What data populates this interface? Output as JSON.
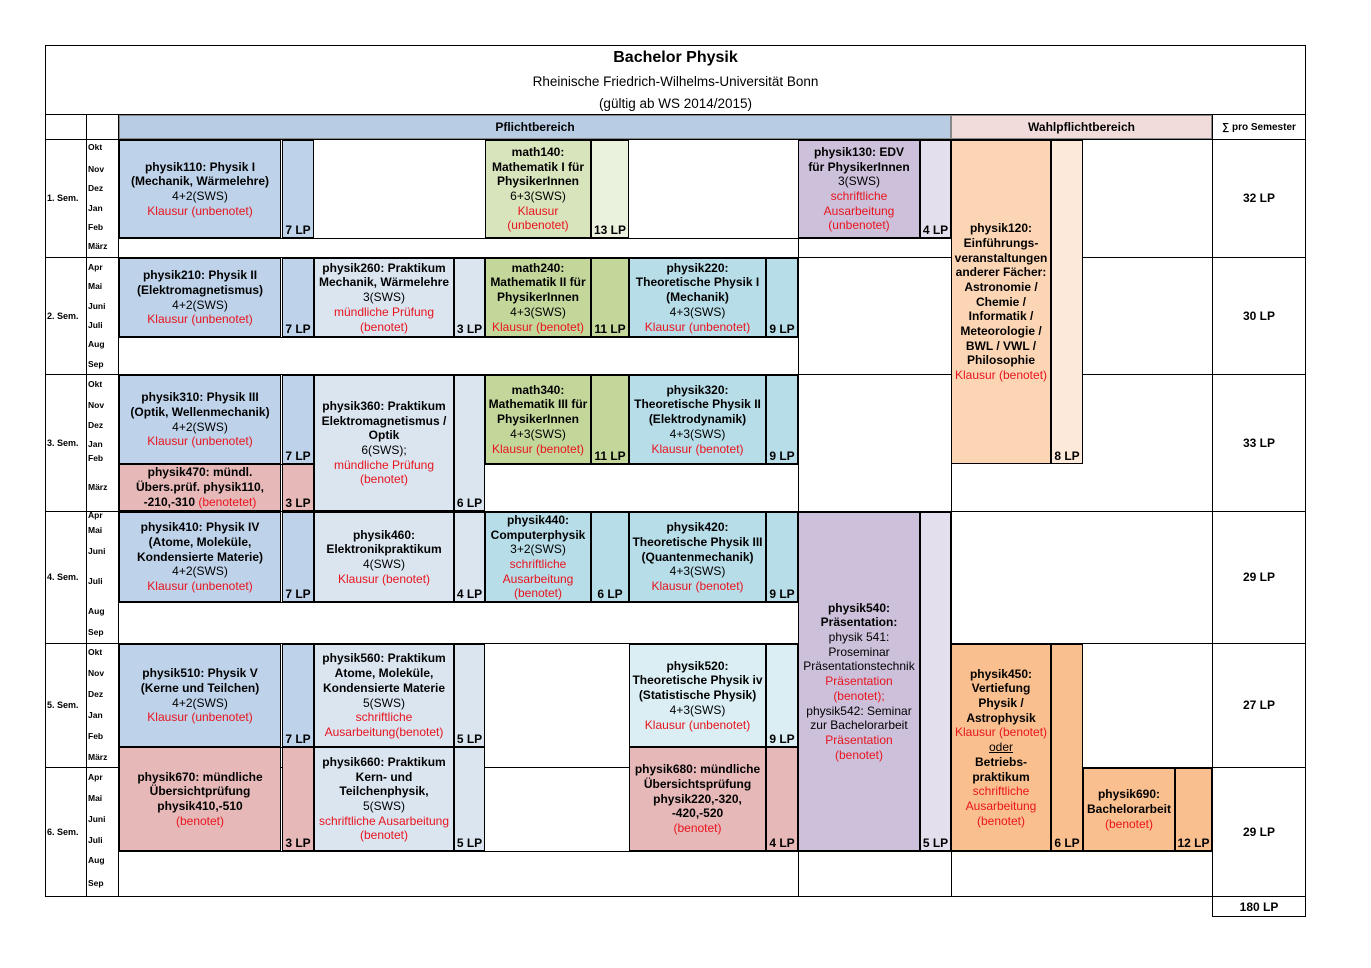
{
  "header": {
    "title": "Bachelor Physik",
    "university": "Rheinische Friedrich-Wilhelms-Universität Bonn",
    "validity": "(gültig ab WS 2014/2015)"
  },
  "columns": {
    "pflicht": "Pflichtbereich",
    "wahlpflicht": "Wahlpflichtbereich",
    "sum": "∑ pro Semester"
  },
  "semesters": [
    {
      "label": "1. Sem.",
      "months": [
        "Okt",
        "Nov",
        "Dez",
        "Jan",
        "Feb",
        "März"
      ],
      "total": "32 LP"
    },
    {
      "label": "2. Sem.",
      "months": [
        "Apr",
        "Mai",
        "Juni",
        "Juli",
        "Aug",
        "Sep"
      ],
      "total": "30 LP"
    },
    {
      "label": "3. Sem.",
      "months": [
        "Okt",
        "Nov",
        "Dez",
        "Jan",
        "Feb",
        "März"
      ],
      "total": "33 LP"
    },
    {
      "label": "4. Sem.",
      "months": [
        "Apr",
        "Mai",
        "Juni",
        "Juli",
        "Aug",
        "Sep"
      ],
      "total": "29 LP"
    },
    {
      "label": "5. Sem.",
      "months": [
        "Okt",
        "Nov",
        "Dez",
        "Jan",
        "Feb",
        "März"
      ],
      "total": "27 LP"
    },
    {
      "label": "6. Sem.",
      "months": [
        "Apr",
        "Mai",
        "Juni",
        "Juli",
        "Aug",
        "Sep"
      ],
      "total": "29 LP"
    }
  ],
  "grand_total": "180 LP",
  "modules": {
    "m110": {
      "lines": [
        [
          "physik110: Physik I",
          "b"
        ],
        [
          "(Mechanik, Wärmelehre)",
          "b"
        ],
        [
          "4+2(SWS)",
          ""
        ],
        [
          "Klausur (unbenotet)",
          "r"
        ]
      ],
      "lp": "7 LP",
      "color": "#bed3ea"
    },
    "m140": {
      "lines": [
        [
          "math140:",
          "b"
        ],
        [
          "Mathematik I für",
          "b"
        ],
        [
          "PhysikerInnen",
          "b"
        ],
        [
          "6+3(SWS)",
          ""
        ],
        [
          "Klausur",
          "r"
        ],
        [
          "(unbenotet)",
          "r"
        ]
      ],
      "lp": "13 LP",
      "color": "#d8e4bc"
    },
    "m130": {
      "lines": [
        [
          "physik130: EDV",
          "b"
        ],
        [
          "für PhysikerInnen",
          "b"
        ],
        [
          "3(SWS)",
          ""
        ],
        [
          "schriftliche",
          "r"
        ],
        [
          "Ausarbeitung",
          "r"
        ],
        [
          "(unbenotet)",
          "r"
        ]
      ],
      "lp": "4 LP",
      "color": "#ccc0da"
    },
    "m120": {
      "lines": [
        [
          "physik120:",
          "b"
        ],
        [
          "Einführungs-",
          "b"
        ],
        [
          "veranstaltungen",
          "b"
        ],
        [
          "anderer Fächer:",
          "b"
        ],
        [
          "Astronomie /",
          "b"
        ],
        [
          "Chemie /",
          "b"
        ],
        [
          "Informatik /",
          "b"
        ],
        [
          "Meteorologie /",
          "b"
        ],
        [
          "BWL / VWL /",
          "b"
        ],
        [
          "Philosophie",
          "b"
        ],
        [
          "Klausur (benotet)",
          "r"
        ]
      ],
      "lp": "8 LP",
      "color": "#fcd5b4"
    },
    "m210": {
      "lines": [
        [
          "physik210: Physik II",
          "b"
        ],
        [
          "(Elektromagnetismus)",
          "b"
        ],
        [
          "4+2(SWS)",
          ""
        ],
        [
          "Klausur (unbenotet)",
          "r"
        ]
      ],
      "lp": "7 LP",
      "color": "#bed3ea"
    },
    "m260": {
      "lines": [
        [
          "physik260: Praktikum",
          "b"
        ],
        [
          "Mechanik, Wärmelehre",
          "b"
        ],
        [
          "3(SWS)",
          ""
        ],
        [
          "mündliche Prüfung",
          "r"
        ],
        [
          "(benotet)",
          "r"
        ]
      ],
      "lp": "3 LP",
      "color": "#dae5f0"
    },
    "m240": {
      "lines": [
        [
          "math240:",
          "b"
        ],
        [
          "Mathematik II für",
          "b"
        ],
        [
          "PhysikerInnen",
          "b"
        ],
        [
          "4+3(SWS)",
          ""
        ],
        [
          "Klausur (benotet)",
          "r"
        ]
      ],
      "lp": "11 LP",
      "color": "#c4d79b"
    },
    "m220": {
      "lines": [
        [
          "physik220:",
          "b"
        ],
        [
          "Theoretische Physik I",
          "b"
        ],
        [
          "(Mechanik)",
          "b"
        ],
        [
          "4+3(SWS)",
          ""
        ],
        [
          "Klausur (unbenotet)",
          "r"
        ]
      ],
      "lp": "9 LP",
      "color": "#b7dde8"
    },
    "m310": {
      "lines": [
        [
          "physik310: Physik III",
          "b"
        ],
        [
          "(Optik, Wellenmechanik)",
          "b"
        ],
        [
          "4+2(SWS)",
          ""
        ],
        [
          "Klausur (unbenotet)",
          "r"
        ]
      ],
      "lp": "7 LP",
      "color": "#bed3ea"
    },
    "m360": {
      "lines": [
        [
          "physik360: Praktikum",
          "b"
        ],
        [
          "Elektromagnetismus /",
          "b"
        ],
        [
          "Optik",
          "b"
        ],
        [
          "6(SWS);",
          ""
        ],
        [
          "mündliche Prüfung",
          "r"
        ],
        [
          "(benotet)",
          "r"
        ]
      ],
      "lp": "6 LP",
      "color": "#dae5f0"
    },
    "m340": {
      "lines": [
        [
          "math340:",
          "b"
        ],
        [
          "Mathematik III für",
          "b"
        ],
        [
          "PhysikerInnen",
          "b"
        ],
        [
          "4+3(SWS)",
          ""
        ],
        [
          "Klausur (benotet)",
          "r"
        ]
      ],
      "lp": "11 LP",
      "color": "#c4d79b"
    },
    "m320": {
      "lines": [
        [
          "physik320:",
          "b"
        ],
        [
          "Theoretische Physik II",
          "b"
        ],
        [
          "(Elektrodynamik)",
          "b"
        ],
        [
          "4+3(SWS)",
          ""
        ],
        [
          "Klausur (benotet)",
          "r"
        ]
      ],
      "lp": "9 LP",
      "color": "#b7dde8"
    },
    "m470": {
      "lines": [
        [
          "physik470: mündl.",
          "b"
        ],
        [
          "Übers.prüf. physik110,",
          "b"
        ],
        [
          "-210,-310 |(benotetet)",
          "mix"
        ]
      ],
      "lp": "3 LP",
      "color": "#e6b8b8"
    },
    "m410": {
      "lines": [
        [
          "physik410: Physik IV",
          "b"
        ],
        [
          "(Atome, Moleküle,",
          "b"
        ],
        [
          "Kondensierte Materie)",
          "b"
        ],
        [
          "4+2(SWS)",
          ""
        ],
        [
          "Klausur (unbenotet)",
          "r"
        ]
      ],
      "lp": "7 LP",
      "color": "#bed3ea"
    },
    "m460": {
      "lines": [
        [
          "physik460:",
          "b"
        ],
        [
          "Elektronikpraktikum",
          "b"
        ],
        [
          "4(SWS)",
          ""
        ],
        [
          "Klausur (benotet)",
          "r"
        ]
      ],
      "lp": "4 LP",
      "color": "#dae5f0"
    },
    "m440": {
      "lines": [
        [
          "physik440:",
          "b"
        ],
        [
          "Computerphysik",
          "b"
        ],
        [
          "3+2(SWS)",
          ""
        ],
        [
          "schriftliche",
          "r"
        ],
        [
          "Ausarbeitung",
          "r"
        ],
        [
          "(benotet)",
          "r"
        ]
      ],
      "lp": "6 LP",
      "color": "#b7dde8"
    },
    "m420": {
      "lines": [
        [
          "physik420:",
          "b"
        ],
        [
          "Theoretische Physik III",
          "b"
        ],
        [
          "(Quantenmechanik)",
          "b"
        ],
        [
          "4+3(SWS)",
          ""
        ],
        [
          "Klausur (benotet)",
          "r"
        ]
      ],
      "lp": "9 LP",
      "color": "#b7dde8"
    },
    "m540": {
      "lines": [
        [
          "physik540:",
          "b"
        ],
        [
          "Präsentation:",
          "b"
        ],
        [
          "physik 541:",
          ""
        ],
        [
          "Proseminar",
          ""
        ],
        [
          "Präsentationstechnik",
          ""
        ],
        [
          "Präsentation",
          "r"
        ],
        [
          "(benotet);",
          "r"
        ],
        [
          "physik542: Seminar",
          ""
        ],
        [
          "zur Bachelorarbeit",
          ""
        ],
        [
          "Präsentation",
          "r"
        ],
        [
          "(benotet)",
          "r"
        ]
      ],
      "lp": "5 LP",
      "color": "#ccc0da"
    },
    "m510": {
      "lines": [
        [
          "physik510: Physik V",
          "b"
        ],
        [
          "(Kerne und Teilchen)",
          "b"
        ],
        [
          "4+2(SWS)",
          ""
        ],
        [
          "Klausur (unbenotet)",
          "r"
        ]
      ],
      "lp": "7 LP",
      "color": "#bed3ea"
    },
    "m560": {
      "lines": [
        [
          "physik560: Praktikum",
          "b"
        ],
        [
          "Atome, Moleküle,",
          "b"
        ],
        [
          "Kondensierte Materie",
          "b"
        ],
        [
          "5(SWS)",
          ""
        ],
        [
          "schriftliche",
          "r"
        ],
        [
          "Ausarbeitung(benotet)",
          "r"
        ]
      ],
      "lp": "5 LP",
      "color": "#dae5f0"
    },
    "m520": {
      "lines": [
        [
          "physik520:",
          "b"
        ],
        [
          "Theoretische Physik iv",
          "b"
        ],
        [
          "(Statistische Physik)",
          "b"
        ],
        [
          "4+3(SWS)",
          ""
        ],
        [
          "Klausur (unbenotet)",
          "r"
        ]
      ],
      "lp": "9 LP",
      "color": "#daeef3"
    },
    "m450": {
      "lines": [
        [
          "physik450:",
          "b"
        ],
        [
          "Vertiefung",
          "b"
        ],
        [
          "Physik /",
          "b"
        ],
        [
          "Astrophysik",
          "b"
        ],
        [
          "Klausur (benotet)",
          "r"
        ],
        [
          "oder",
          "u"
        ],
        [
          "Betriebs-",
          "b"
        ],
        [
          "praktikum",
          "b"
        ],
        [
          "schriftliche",
          "r"
        ],
        [
          "Ausarbeitung",
          "r"
        ],
        [
          "(benotet)",
          "r"
        ]
      ],
      "lp": "6 LP",
      "color": "#fabf8f"
    },
    "m670": {
      "lines": [
        [
          "physik670: mündliche",
          "b"
        ],
        [
          "Übersichtprüfung",
          "b"
        ],
        [
          "physik410,-510",
          "b"
        ],
        [
          "(benotet)",
          "r"
        ]
      ],
      "lp": "3 LP",
      "color": "#e6b8b8"
    },
    "m660": {
      "lines": [
        [
          "physik660: Praktikum",
          "b"
        ],
        [
          "Kern- und",
          "b"
        ],
        [
          "Teilchenphysik,",
          "b"
        ],
        [
          "5(SWS)",
          ""
        ],
        [
          "schriftliche Ausarbeitung",
          "r"
        ],
        [
          "(benotet)",
          "r"
        ]
      ],
      "lp": "5 LP",
      "color": "#dae5f0"
    },
    "m680": {
      "lines": [
        [
          "physik680: mündliche",
          "b"
        ],
        [
          "Übersichtsprüfung",
          "b"
        ],
        [
          "physik220,-320,",
          "b"
        ],
        [
          "-420,-520",
          "b"
        ],
        [
          "(benotet)",
          "r"
        ]
      ],
      "lp": "4 LP",
      "color": "#e6b8b8"
    },
    "m690": {
      "lines": [
        [
          "physik690:",
          "b"
        ],
        [
          "Bachelorarbeit",
          "b"
        ],
        [
          "(benotet)",
          "r"
        ]
      ],
      "lp": "12 LP",
      "color": "#fabf8f"
    }
  }
}
